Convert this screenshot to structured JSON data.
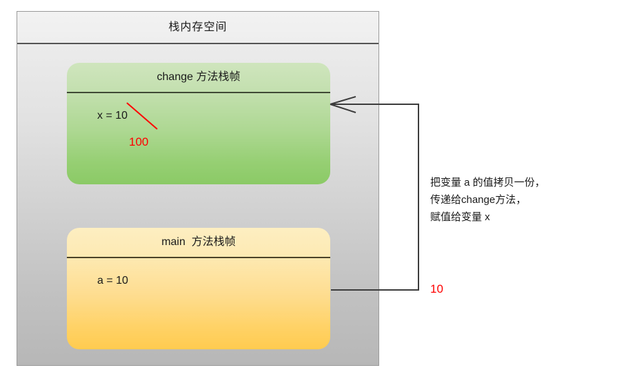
{
  "diagram": {
    "container": {
      "title": "栈内存空间"
    },
    "frames": [
      {
        "id": "change",
        "header": "change 方法栈帧",
        "variable": "x = 10",
        "new_value": "100",
        "accent": "#8bca66",
        "struck_through": true
      },
      {
        "id": "main",
        "header": "main  方法栈帧",
        "variable": "a = 10",
        "accent": "#ffcb4f",
        "struck_through": false
      }
    ],
    "annotation": {
      "lines": [
        "把变量 a 的值拷贝一份，",
        "传递给change方法，",
        "赋值给变量 x"
      ]
    },
    "passed_value": "10",
    "colors": {
      "strike": "#ff0000",
      "value_text": "#ff0000",
      "connector": "#3c3c3c",
      "container_border": "#9a9a9a"
    }
  }
}
